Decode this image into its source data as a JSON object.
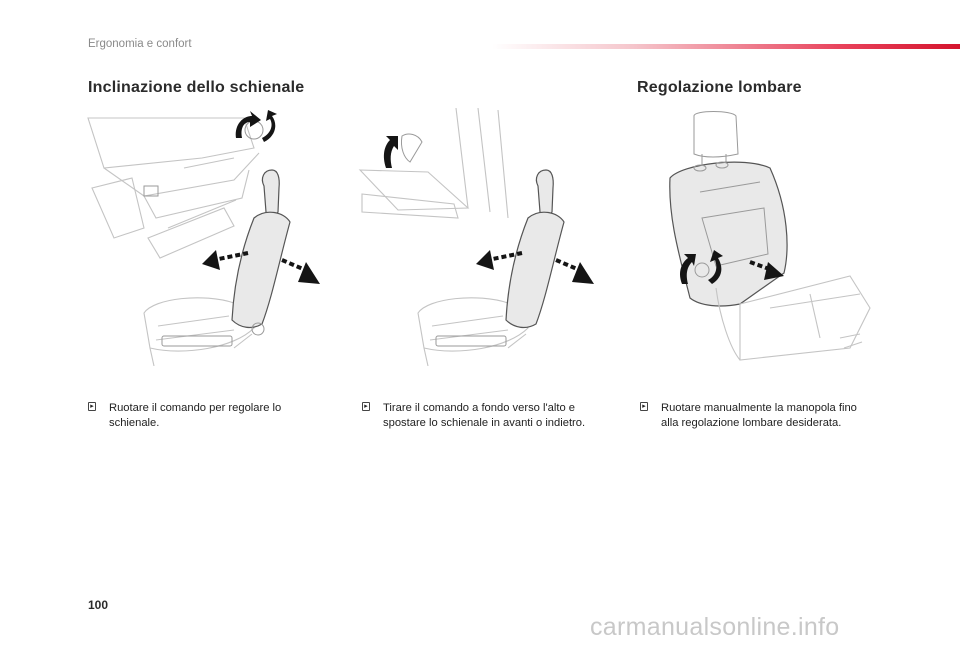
{
  "header": {
    "section_title": "Ergonomia e confort"
  },
  "headings": {
    "left": "Inclinazione dello schienale",
    "right": "Regolazione lombare"
  },
  "instructions": [
    {
      "text": "Ruotare il comando per regolare lo\nschienale."
    },
    {
      "text": "Tirare il comando a fondo verso l'alto e\nspostare lo schienale in avanti o indietro."
    },
    {
      "text": "Ruotare manualmente la manopola fino\nalla regolazione lombare desiderata."
    }
  ],
  "footer": {
    "page_number": "100",
    "watermark": "carmanualsonline.info"
  },
  "icons": [
    "bullet-icon",
    "rotation-arrow-icon",
    "direction-arrow-icon"
  ],
  "colors": {
    "accent": "#d4142d",
    "text": "#222222",
    "figure_line": "#c4c4c4"
  }
}
